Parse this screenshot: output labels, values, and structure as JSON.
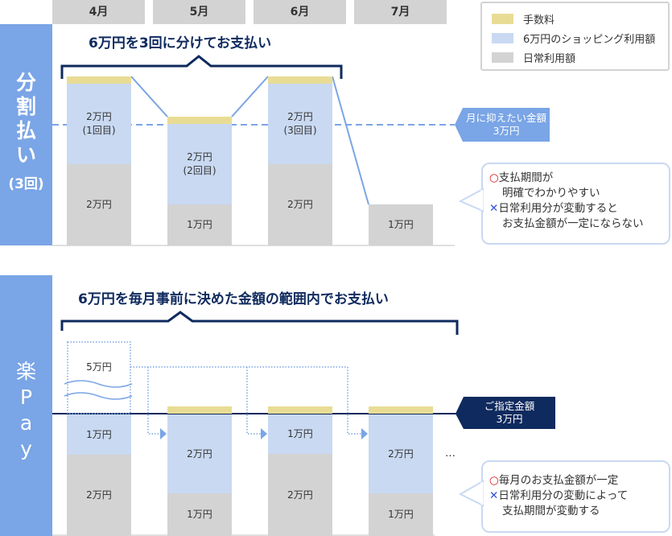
{
  "months": [
    "4月",
    "5月",
    "6月",
    "7月"
  ],
  "legend": [
    {
      "label": "手数料",
      "color": "#e8dc95"
    },
    {
      "label": "6万円のショッピング利用額",
      "color": "#c9d9f2"
    },
    {
      "label": "日常利用額",
      "color": "#d3d3d3"
    }
  ],
  "installment": {
    "band_chars": [
      "分",
      "割",
      "払",
      "い"
    ],
    "band_sub": "(3回)",
    "title": "6万円を3回に分けてお支払い",
    "bars": [
      {
        "shop": "2万円",
        "shop_note": "(1回目)",
        "daily": "2万円"
      },
      {
        "shop": "2万円",
        "shop_note": "(2回目)",
        "daily": "1万円"
      },
      {
        "shop": "2万円",
        "shop_note": "(3回目)",
        "daily": "2万円"
      },
      {
        "daily": "1万円"
      }
    ],
    "tag_line1": "月に抑えたい金額",
    "tag_line2": "3万円",
    "pro": "支払期間が",
    "pro2": "明確でわかりやすい",
    "con": "日常利用分が変動すると",
    "con2": "お支払金額が一定にならない"
  },
  "rakupay": {
    "band_chars": [
      "楽",
      "P",
      "a",
      "y"
    ],
    "title": "6万円を毎月事前に決めた金額の範囲内でお支払い",
    "overflow": "5万円",
    "bars": [
      {
        "shop": "1万円",
        "daily": "2万円"
      },
      {
        "shop": "2万円",
        "daily": "1万円"
      },
      {
        "shop": "1万円",
        "daily": "2万円"
      },
      {
        "shop": "2万円",
        "daily": "1万円"
      }
    ],
    "ellipsis": "…",
    "tag_line1": "ご指定金額",
    "tag_line2": "3万円",
    "pro": "毎月のお支払金額が一定",
    "con": "日常利用分の変動によって",
    "con2": "支払期間が変動する"
  },
  "marks": {
    "good": "○",
    "bad": "✕"
  }
}
